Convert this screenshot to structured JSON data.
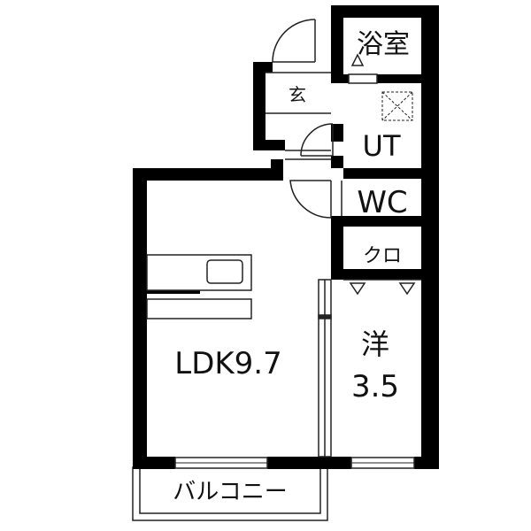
{
  "rooms": {
    "bath": "浴室",
    "entrance": "玄",
    "utility": "UT",
    "toilet": "WC",
    "closet": "クロ",
    "ldk": "LDK9.7",
    "western_room_type": "洋",
    "western_room_size": "3.5",
    "balcony": "バルコニー"
  },
  "colors": {
    "wall": "#000000",
    "line": "#222222",
    "background": "#ffffff"
  }
}
